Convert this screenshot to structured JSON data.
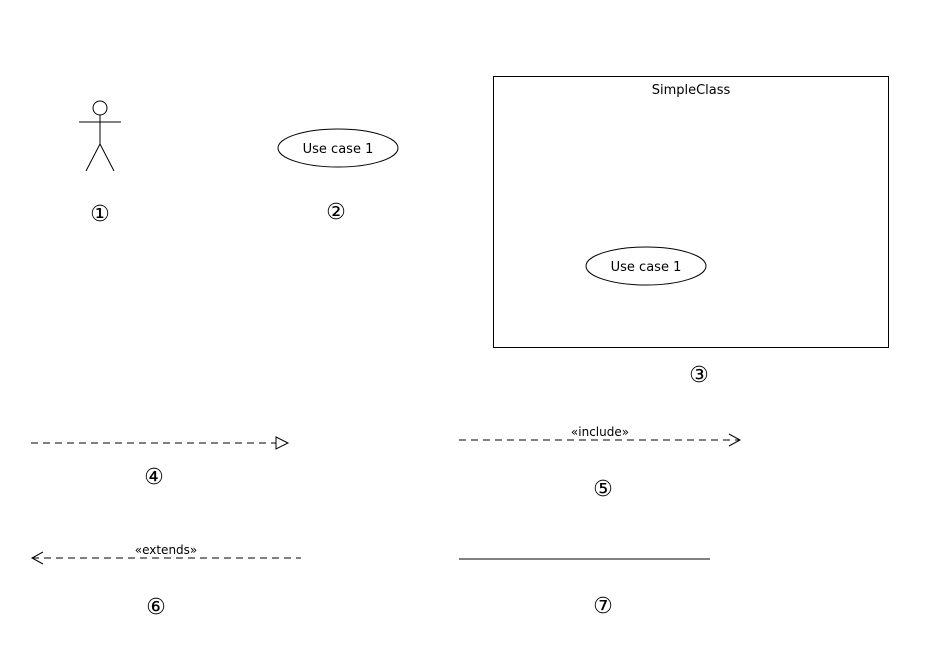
{
  "diagram": {
    "elements": [
      {
        "id": "actor",
        "kind": "actor",
        "marker": "①"
      },
      {
        "id": "usecase",
        "kind": "use-case",
        "label": "Use case 1",
        "marker": "②"
      },
      {
        "id": "system",
        "kind": "system-boundary",
        "title": "SimpleClass",
        "inner_label": "Use case 1",
        "marker": "③"
      },
      {
        "id": "generalization",
        "kind": "generalization",
        "marker": "④"
      },
      {
        "id": "include",
        "kind": "include",
        "stereotype": "«include»",
        "marker": "⑤"
      },
      {
        "id": "extends",
        "kind": "extends",
        "stereotype": "«extends»",
        "marker": "⑥"
      },
      {
        "id": "association",
        "kind": "association",
        "marker": "⑦"
      }
    ]
  },
  "colors": {
    "stroke": "#000000",
    "background": "#ffffff"
  }
}
